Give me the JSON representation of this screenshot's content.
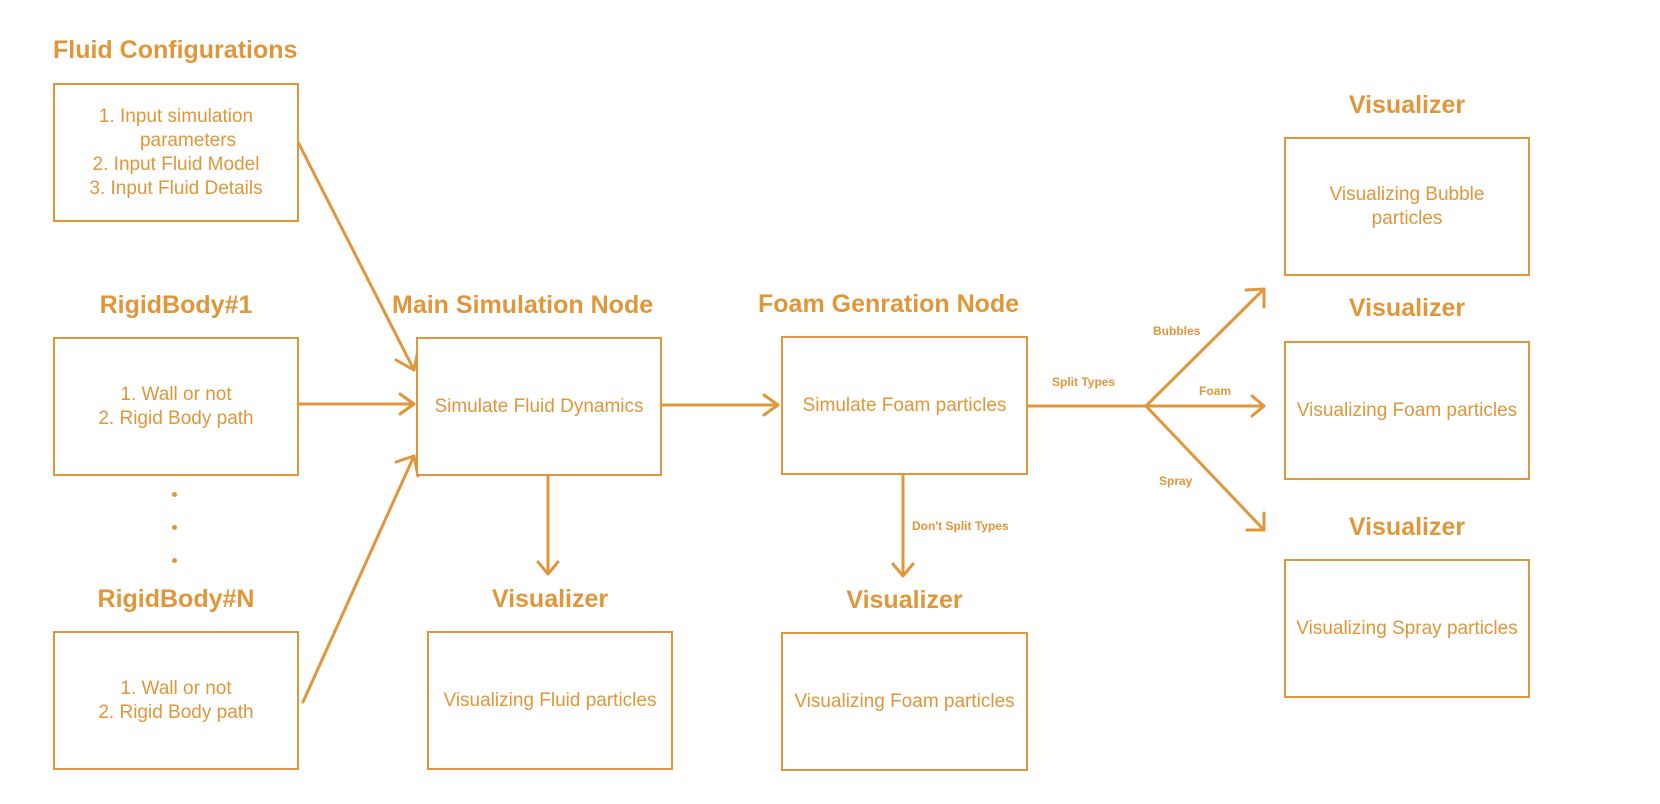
{
  "accent_color": "#e0963a",
  "fluid_config": {
    "title": "Fluid Configurations",
    "items": [
      "1. Input simulation",
      "parameters",
      "2. Input Fluid Model",
      "3. Input Fluid Details"
    ]
  },
  "rigid_body_1": {
    "title": "RigidBody#1",
    "items": [
      "1. Wall or not",
      "2. Rigid Body path"
    ]
  },
  "ellipsis": [
    "•",
    "•",
    "•"
  ],
  "rigid_body_n": {
    "title": "RigidBody#N",
    "items": [
      "1. Wall or not",
      "2. Rigid Body path"
    ]
  },
  "main_node": {
    "title": "Main Simulation Node",
    "label": "Simulate Fluid Dynamics"
  },
  "foam_node": {
    "title": "Foam Genration Node",
    "label": "Simulate Foam particles"
  },
  "fluid_visualizer": {
    "title": "Visualizer",
    "label": "Visualizing Fluid particles"
  },
  "foam_visualizer_bottom": {
    "title": "Visualizer",
    "label": "Visualizing Foam particles"
  },
  "bubble_visualizer": {
    "title": "Visualizer",
    "label": "Visualizing Bubble particles"
  },
  "foam_visualizer_right": {
    "title": "Visualizer",
    "label": "Visualizing Foam particles"
  },
  "spray_visualizer": {
    "title": "Visualizer",
    "label": "Visualizing Spray particles"
  },
  "edge_labels": {
    "split_types": "Split Types",
    "bubbles": "Bubbles",
    "foam": "Foam",
    "spray": "Spray",
    "dont_split": "Don't Split Types"
  }
}
